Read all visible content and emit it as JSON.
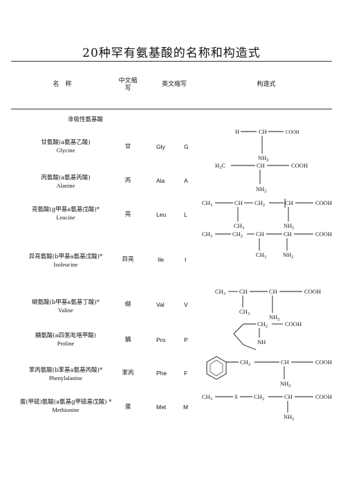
{
  "title": "20种罕有氨基酸的名称和构造式",
  "headers": {
    "name": "名　称",
    "cn_abbr_line1": "中文缩",
    "cn_abbr_line2": "写",
    "en_abbr": "英文缩写",
    "structure": "构造式"
  },
  "group_label": "非极性氨基酸",
  "rows": [
    {
      "cn_name": "甘氨酸(a氨基乙酸)",
      "en_name": "Glycine",
      "cn_abbr": "甘",
      "en3": "Gly",
      "en1": "G"
    },
    {
      "cn_name": "丙氨酸(a氨基丙酸)",
      "en_name": "Alanine",
      "cn_abbr": "丙",
      "en3": "Ala",
      "en1": "A"
    },
    {
      "cn_name": "亮氨酸(g甲基a氨基戊酸)*",
      "en_name": "Leucine",
      "cn_abbr": "亮",
      "en3": "Leu",
      "en1": "L"
    },
    {
      "cn_name": "异亮氨酸(b甲基a氨基戊酸)*",
      "en_name": "Isoleucine",
      "cn_abbr": "异亮",
      "en3": "Ile",
      "en1": "I"
    },
    {
      "cn_name": "缬氨酸(b甲基a氨基丁酸)*",
      "en_name": "Valine",
      "cn_abbr": "缬",
      "en3": "Val",
      "en1": "V"
    },
    {
      "cn_name": "脯氨酸(a四氢吡咯甲酸)",
      "en_name": "Proline",
      "cn_abbr": "脯",
      "en3": "Pro",
      "en1": "P"
    },
    {
      "cn_name": "苯丙氨酸(b苯基a氨基丙酸)*",
      "en_name": "Phenylalanine",
      "cn_abbr": "苯丙",
      "en3": "Phe",
      "en1": "F"
    },
    {
      "cn_name": "蛋(甲硫)氨酸(a氨基g甲硫基戊酸) *",
      "en_name": "Methionine",
      "cn_abbr": "蛋",
      "en3": "Met",
      "en1": "M"
    }
  ],
  "structure_labels": {
    "H": "H",
    "CH": "CH",
    "COOH": "COOH",
    "NH": "NH",
    "NH2": "NH",
    "H3C": "H",
    "CH3": "CH",
    "CH2": "CH",
    "S": "S",
    "sub_2": "2",
    "sub_3": "3"
  }
}
